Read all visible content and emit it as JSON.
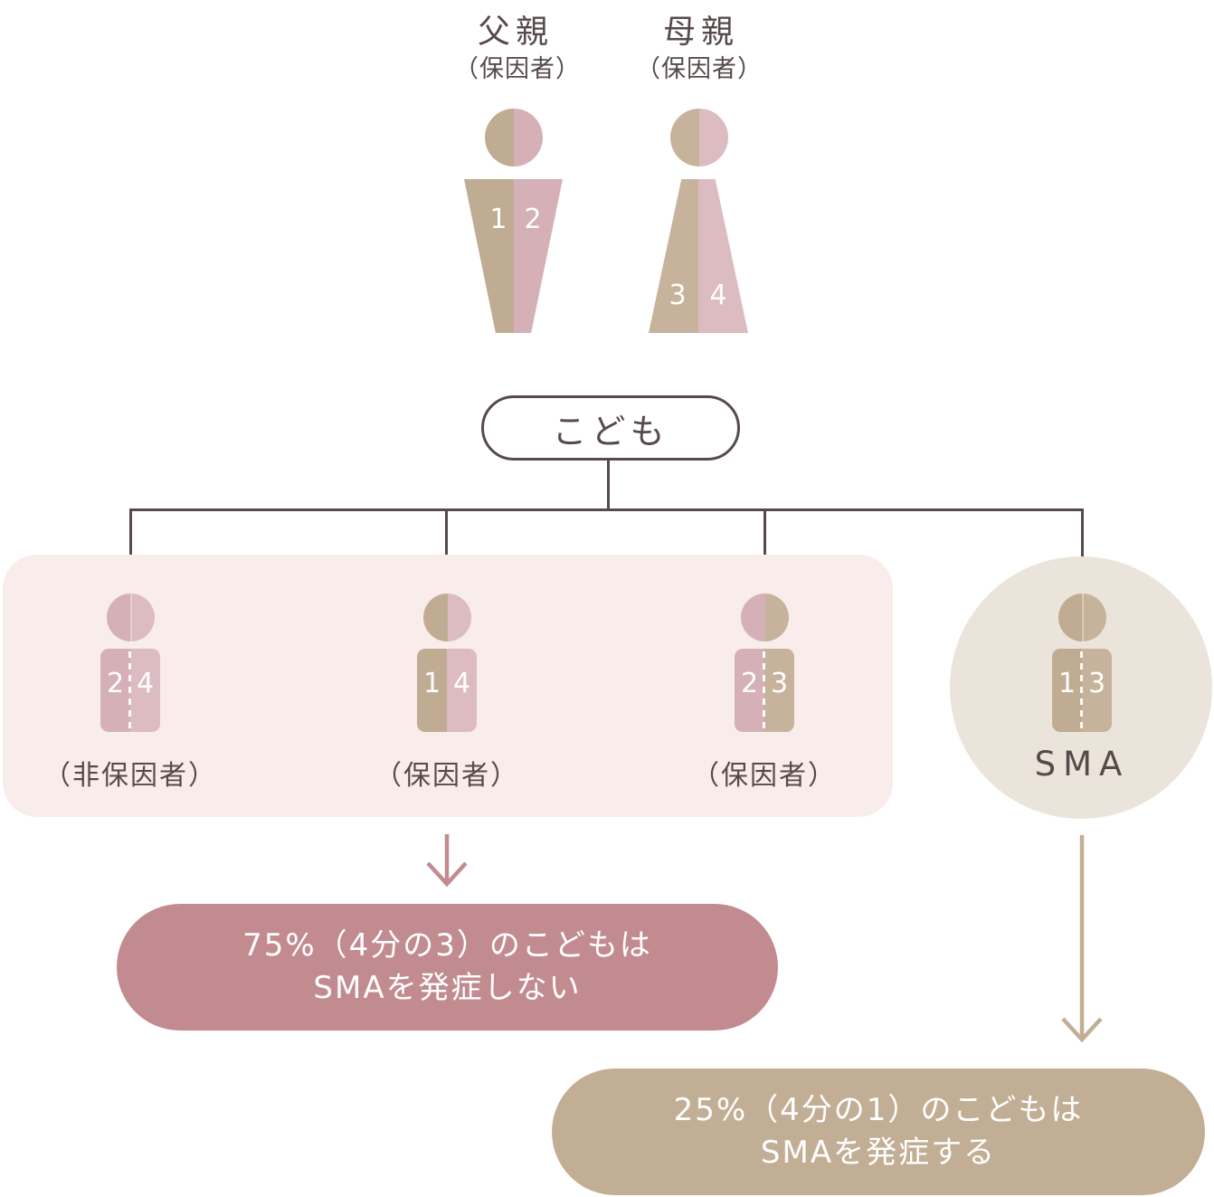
{
  "colors": {
    "background": "#ffffff",
    "line": "#564a4a",
    "text_dark": "#564a4a",
    "allele_1_tan": "#c0ac92",
    "allele_2_pink": "#d5b1b7",
    "allele_3_tan": "#c7b39c",
    "allele_4_pink": "#dcbcc1",
    "group_box_bg": "#f8edeb",
    "sma_circle_bg": "#ebe4db",
    "unaffected_accent": "#c28b90",
    "affected_accent": "#c2ae94",
    "figure_number_text": "#ffffff"
  },
  "icons": {
    "father": "person-male-pictogram",
    "mother": "person-female-pictogram",
    "child": "person-child-pictogram",
    "arrow": "arrow-down"
  },
  "parents": {
    "father": {
      "title": "父親",
      "subtitle": "（保因者）",
      "allele_left": "1",
      "allele_right": "2"
    },
    "mother": {
      "title": "母親",
      "subtitle": "（保因者）",
      "allele_left": "3",
      "allele_right": "4"
    }
  },
  "child_node": {
    "label": "こども"
  },
  "children": [
    {
      "allele_left": "2",
      "allele_right": "4",
      "label": "（非保因者）"
    },
    {
      "allele_left": "1",
      "allele_right": "4",
      "label": "（保因者）"
    },
    {
      "allele_left": "2",
      "allele_right": "3",
      "label": "（保因者）"
    },
    {
      "allele_left": "1",
      "allele_right": "3",
      "label": "SMA"
    }
  ],
  "outcomes": {
    "unaffected": {
      "line1": "75%（4分の3）のこどもは",
      "line2": "SMAを発症しない"
    },
    "affected": {
      "line1": "25%（4分の1）のこどもは",
      "line2": "SMAを発症する"
    }
  }
}
